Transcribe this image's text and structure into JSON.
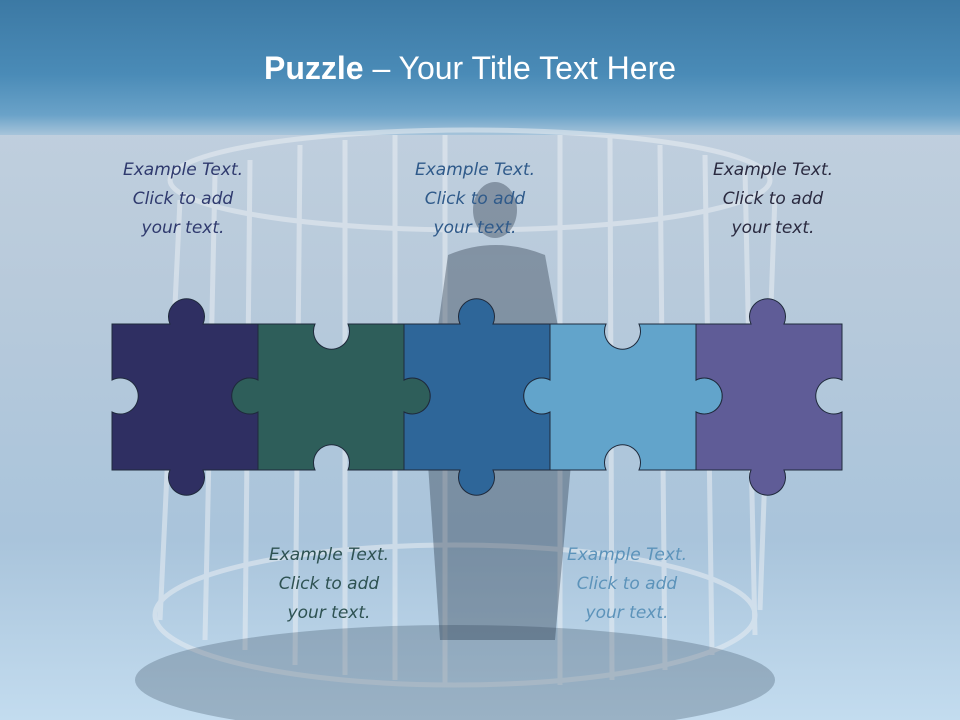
{
  "slide": {
    "title_bold": "Puzzle",
    "title_rest": " – Your Title Text Here"
  },
  "captions": [
    {
      "line1": "Example Text.",
      "line2": "Click  to add",
      "line3": "your text.",
      "color": "#2f3a6e"
    },
    {
      "line1": "Example Text.",
      "line2": "Click  to add",
      "line3": "your text.",
      "color": "#2e5252"
    },
    {
      "line1": "Example Text.",
      "line2": "Click  to add",
      "line3": "your text.",
      "color": "#2f5a8a"
    },
    {
      "line1": "Example Text.",
      "line2": "Click  to add",
      "line3": "your text.",
      "color": "#5c93ba"
    },
    {
      "line1": "Example Text.",
      "line2": "Click  to add",
      "line3": "your text.",
      "color": "#2a2a40"
    }
  ],
  "pieces": [
    {
      "name": "navy",
      "color": "#2f2f62"
    },
    {
      "name": "teal",
      "color": "#2e5e5a"
    },
    {
      "name": "blue",
      "color": "#2e6699"
    },
    {
      "name": "light-blue",
      "color": "#62a4cb"
    },
    {
      "name": "purple",
      "color": "#5f5c97"
    }
  ]
}
